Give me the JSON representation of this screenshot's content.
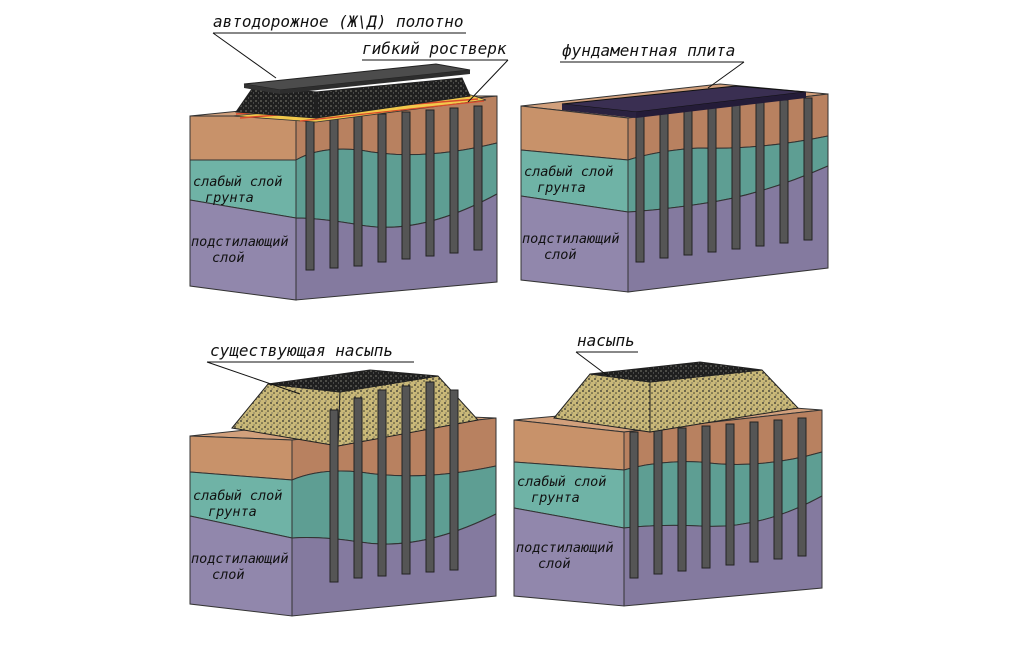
{
  "panels": [
    {
      "callouts": [
        "автодорожное (Ж\\Д) полотно",
        "гибкий ростверк"
      ],
      "layers": [
        [
          "слабый слой",
          "грунта"
        ],
        [
          "подстилающий",
          "слой"
        ]
      ]
    },
    {
      "callouts": [
        "фундаментная плита"
      ],
      "layers": [
        [
          "слабый слой",
          "грунта"
        ],
        [
          "подстилающий",
          "слой"
        ]
      ]
    },
    {
      "callouts": [
        "существующая насыпь"
      ],
      "layers": [
        [
          "слабый слой",
          "грунта"
        ],
        [
          "подстилающий",
          "слой"
        ]
      ]
    },
    {
      "callouts": [
        "насыпь"
      ],
      "layers": [
        [
          "слабый слой",
          "грунта"
        ],
        [
          "подстилающий",
          "слой"
        ]
      ]
    }
  ],
  "colors": {
    "clay": "#c8926a",
    "clay_side": "#b88160",
    "soft": "#6fb3a6",
    "soft_side": "#5e9e93",
    "base": "#9187ac",
    "base_side": "#847a9f",
    "pile": "#555555",
    "fill": "#c9b878",
    "road": "#4c4c4c",
    "slab": "#3a2f52",
    "grate_yellow": "#f2c94c",
    "grate_red": "#d94a2b"
  }
}
